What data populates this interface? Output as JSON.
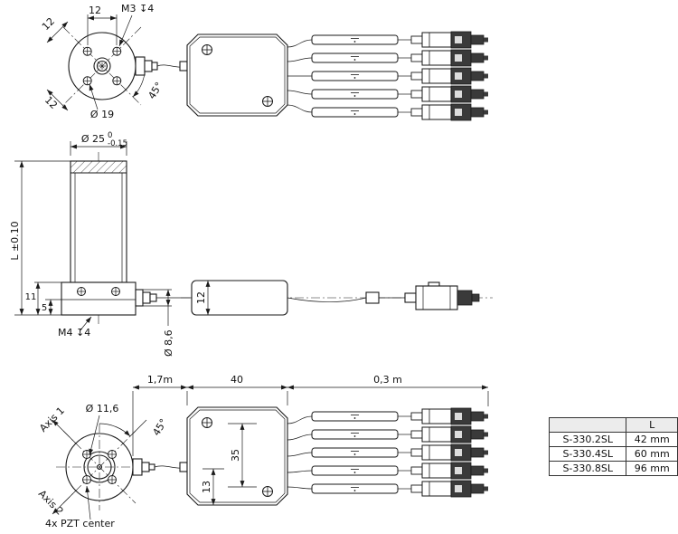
{
  "top": {
    "dim_12_top": "12",
    "thread": "M3 ↧4",
    "dim_12_upper_left": "12",
    "dim_12_lower_left": "12",
    "dia_19": "Ø 19",
    "angle": "45°"
  },
  "side": {
    "dia_25": "Ø 25",
    "tol_upper": "0",
    "tol_lower": "-0.15",
    "length": "L ±0.10",
    "dim_11": "11",
    "dim_5": "5",
    "thread": "M4 ↧4",
    "dia_stub": "Ø 8,6",
    "dim_12": "12"
  },
  "bottom": {
    "cable1": "1,7m",
    "dim_40": "40",
    "cable2": "0,3 m",
    "dia_11_6": "Ø 11,6",
    "axis1": "Axis 1",
    "axis2": "Axis 2",
    "angle": "45°",
    "dim_35": "35",
    "dim_13": "13",
    "pzt": "4x PZT center"
  },
  "table": {
    "header_blank": "",
    "header_l": "L",
    "rows": [
      {
        "model": "S-330.2SL",
        "length": "42 mm"
      },
      {
        "model": "S-330.4SL",
        "length": "60 mm"
      },
      {
        "model": "S-330.8SL",
        "length": "96 mm"
      }
    ]
  }
}
